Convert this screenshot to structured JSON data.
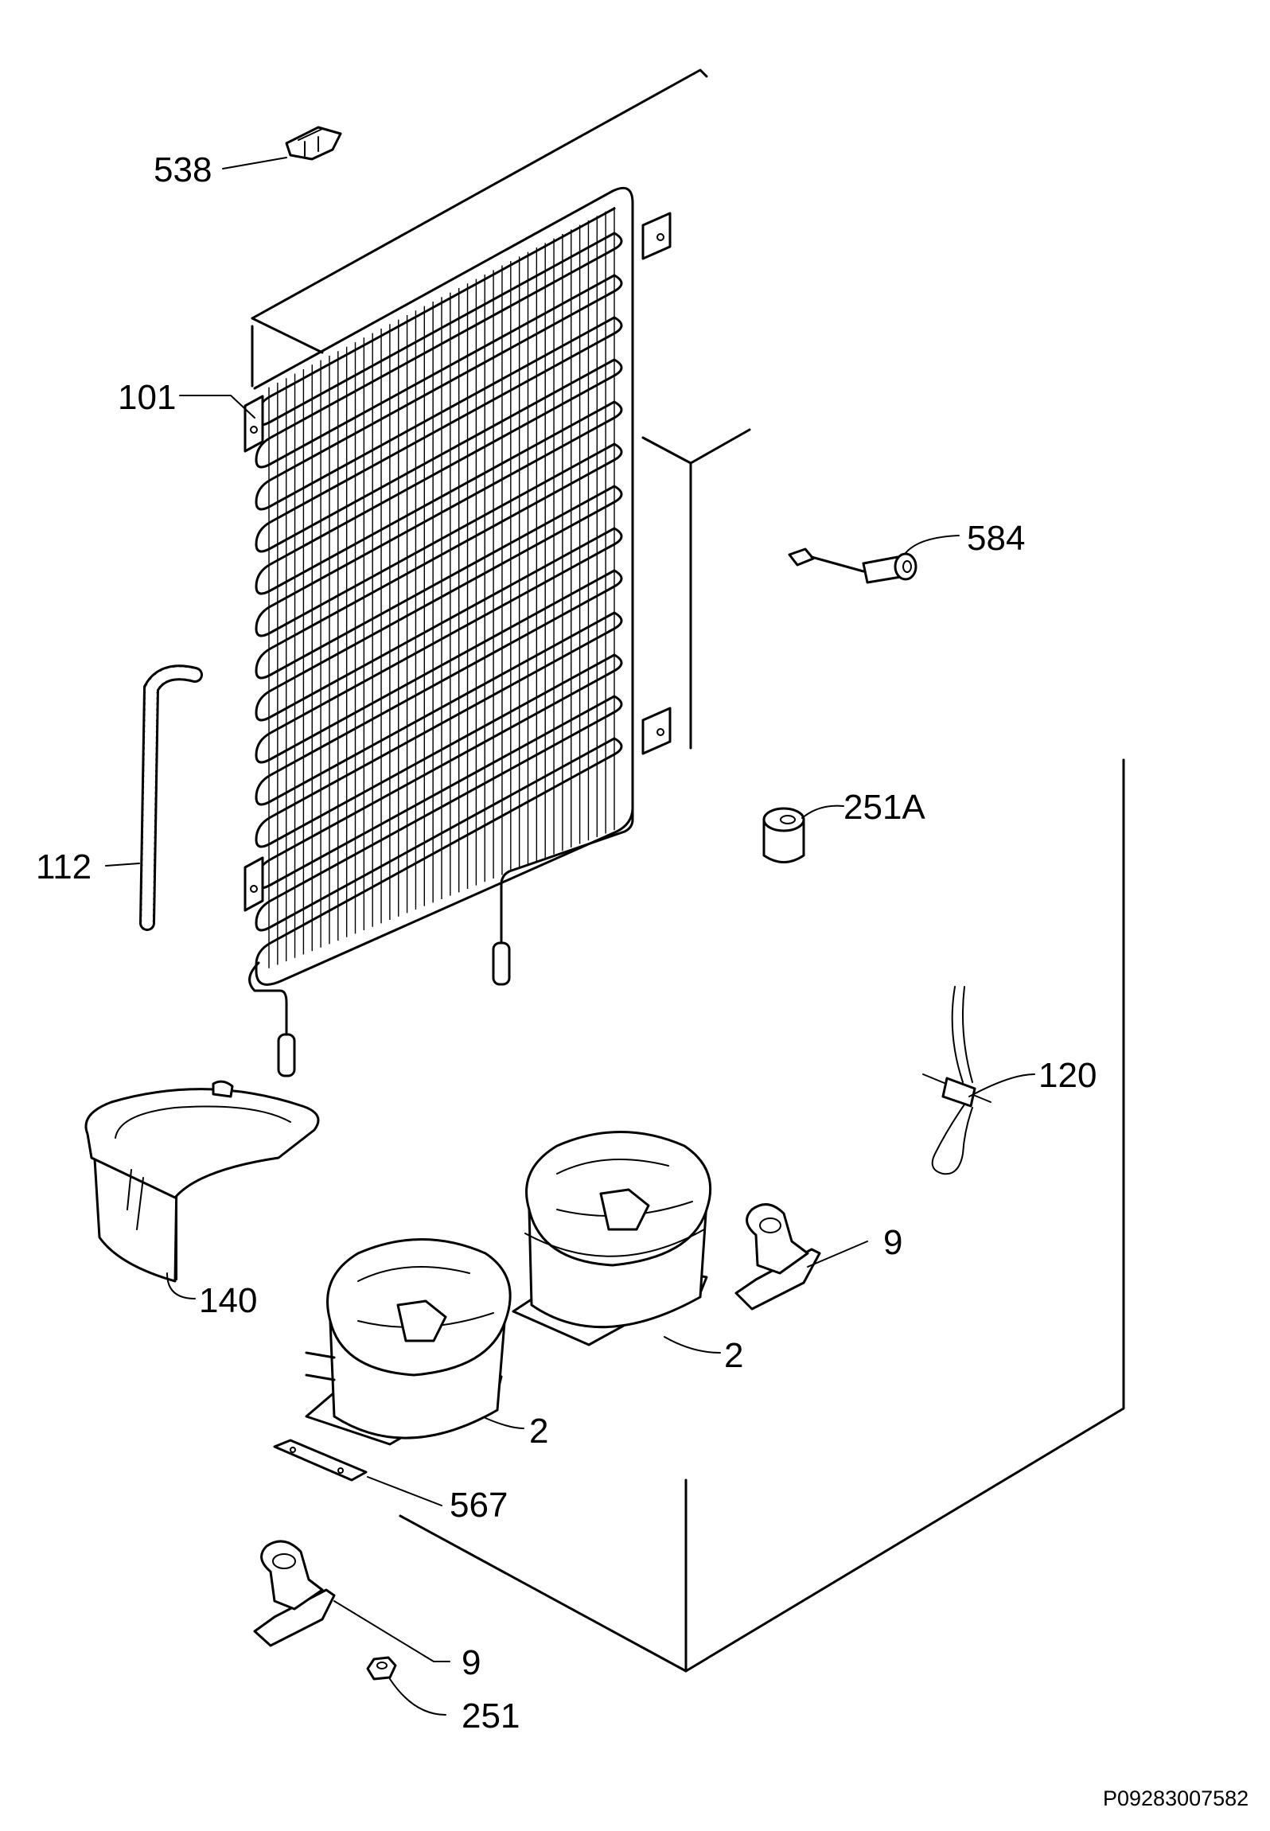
{
  "callouts": {
    "p538": "538",
    "p101": "101",
    "p584": "584",
    "p251a": "251A",
    "p112": "112",
    "p120": "120",
    "p9a": "9",
    "p140": "140",
    "p2a": "2",
    "p2b": "2",
    "p567": "567",
    "p9b": "9",
    "p251": "251"
  },
  "document_id": "P09283007582"
}
